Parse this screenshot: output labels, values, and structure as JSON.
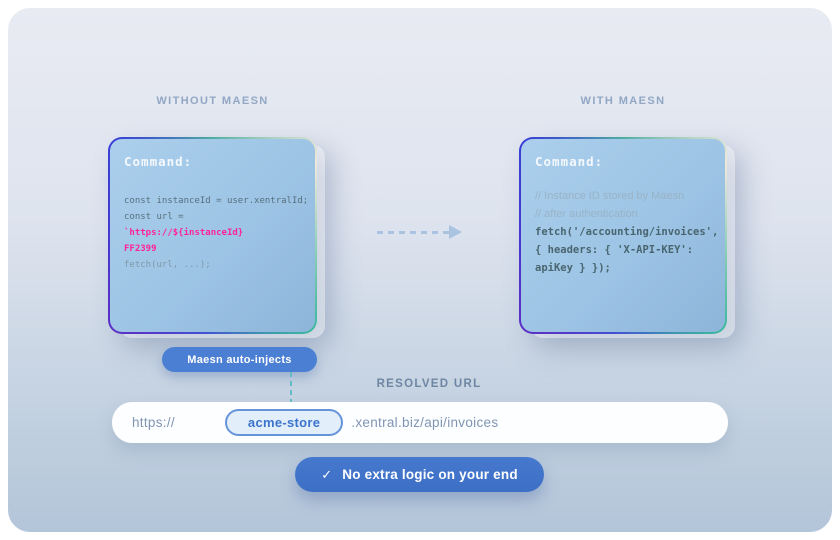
{
  "comparison": {
    "left": {
      "heading": "WITHOUT MAESN",
      "panel_title": "Command:",
      "code_lines": [
        "const instanceId = user.xentralId;",
        "const url =",
        "`https://${instanceId}",
        "FF2399",
        "fetch(url, ...);"
      ]
    },
    "right": {
      "heading": "WITH MAESN",
      "panel_title": "Command:",
      "code_lines": [
        "// Instance ID stored by Maesn",
        "// after authentication",
        "fetch('/accounting/invoices',",
        "{ headers: { 'X-API-KEY':",
        "apiKey } });"
      ]
    }
  },
  "badge": {
    "label": "Maesn auto-injects"
  },
  "resolved_url": {
    "heading": "RESOLVED URL",
    "prefix": "https://",
    "instance_pill": "acme-store",
    "suffix": ".xentral.biz/api/invoices"
  },
  "footer_button": {
    "check_icon": "✓",
    "label": "No extra logic on your end"
  },
  "colors": {
    "highlight_pink": "#ff2399",
    "badge_blue": "#4b7fd3",
    "button_blue": "#3c6fc5",
    "connector_teal": "#66bcc6",
    "panel_fill": "#9dc4e5",
    "card_top": "#e9ebf3",
    "card_bottom": "#b3c5d9"
  }
}
